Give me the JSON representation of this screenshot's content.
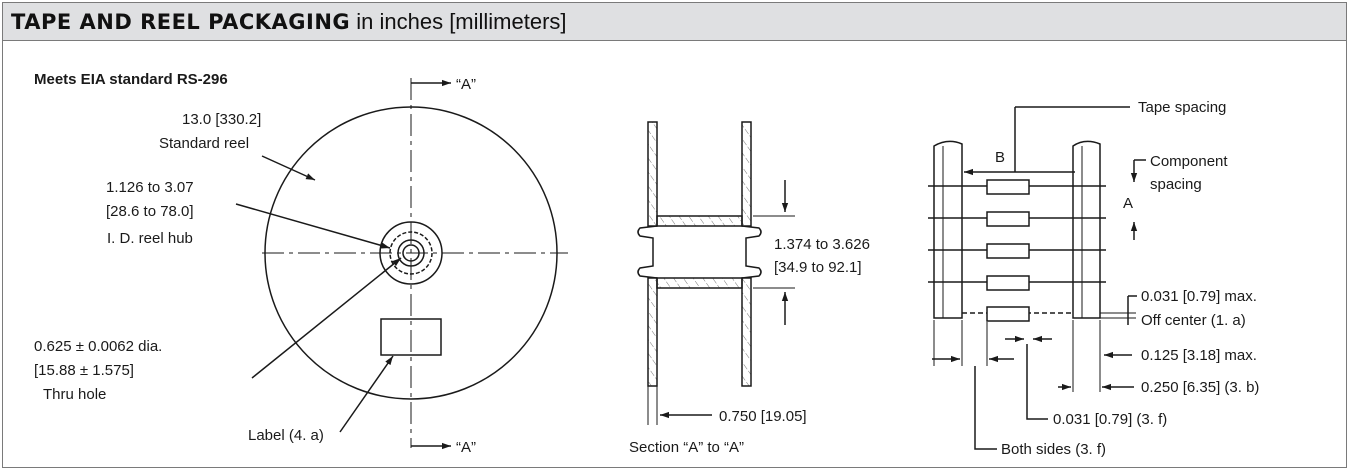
{
  "header": {
    "title_bold": "TAPE AND REEL PACKAGING",
    "title_rest": " in inches [millimeters]"
  },
  "reel_view": {
    "standard_note": "Meets EIA standard RS-296",
    "section_marker_top": "“A”",
    "section_marker_bottom": "“A”",
    "diameter_value": "13.0 [330.2]",
    "diameter_label": "Standard reel",
    "hub_value_in": "1.126 to 3.07",
    "hub_value_mm": "[28.6 to 78.0]",
    "hub_label": "I. D. reel hub",
    "hole_value_in": "0.625 ± 0.0062 dia.",
    "hole_value_mm": "[15.88 ± 1.575]",
    "hole_label": "Thru hole",
    "label_callout": "Label (4. a)"
  },
  "section_view": {
    "width_in": "1.374 to 3.626",
    "width_mm": "[34.9 to 92.1]",
    "thickness": "0.750 [19.05]",
    "caption": "Section “A” to “A”"
  },
  "tape_view": {
    "tape_spacing": "Tape spacing",
    "dim_b": "B",
    "component_spacing_1": "Component",
    "component_spacing_2": "spacing",
    "dim_a": "A",
    "off_center_1": "0.031 [0.79] max.",
    "off_center_2": "Off center (1. a)",
    "dim_125": "0.125 [3.18] max.",
    "dim_250": "0.250 [6.35] (3. b)",
    "dim_031": "0.031 [0.79] (3. f)",
    "both_sides": "Both sides (3. f)"
  },
  "colors": {
    "header_bg": "#dfe0e2",
    "line": "#1a1a1a",
    "border": "#7a7a7a"
  }
}
